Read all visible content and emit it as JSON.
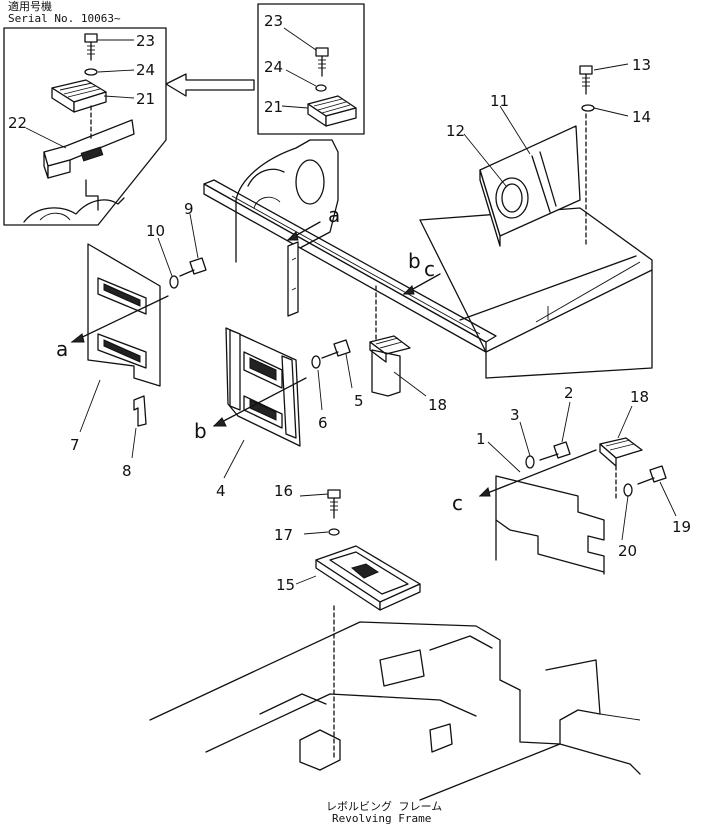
{
  "header_note": {
    "jp": "適用号機",
    "serial": "Serial No. 10063~"
  },
  "frame_label": {
    "jp": "レボルビング フレーム",
    "en": "Revolving Frame"
  },
  "view_letters": {
    "a_top": "a",
    "a_left": "a",
    "b_top": "b",
    "c_top": "c",
    "b_left": "b",
    "c_left": "c"
  },
  "callouts": {
    "n1": "1",
    "n2": "2",
    "n3": "3",
    "n4": "4",
    "n5": "5",
    "n6": "6",
    "n7": "7",
    "n8": "8",
    "n9": "9",
    "n10": "10",
    "n11": "11",
    "n12": "12",
    "n13": "13",
    "n14": "14",
    "n15": "15",
    "n16": "16",
    "n17": "17",
    "n18a": "18",
    "n18b": "18",
    "n19": "19",
    "n20": "20",
    "d_21": "21",
    "d_22": "22",
    "d_23": "23",
    "d_24": "24",
    "c_21": "21",
    "c_23": "23",
    "c_24": "24"
  }
}
